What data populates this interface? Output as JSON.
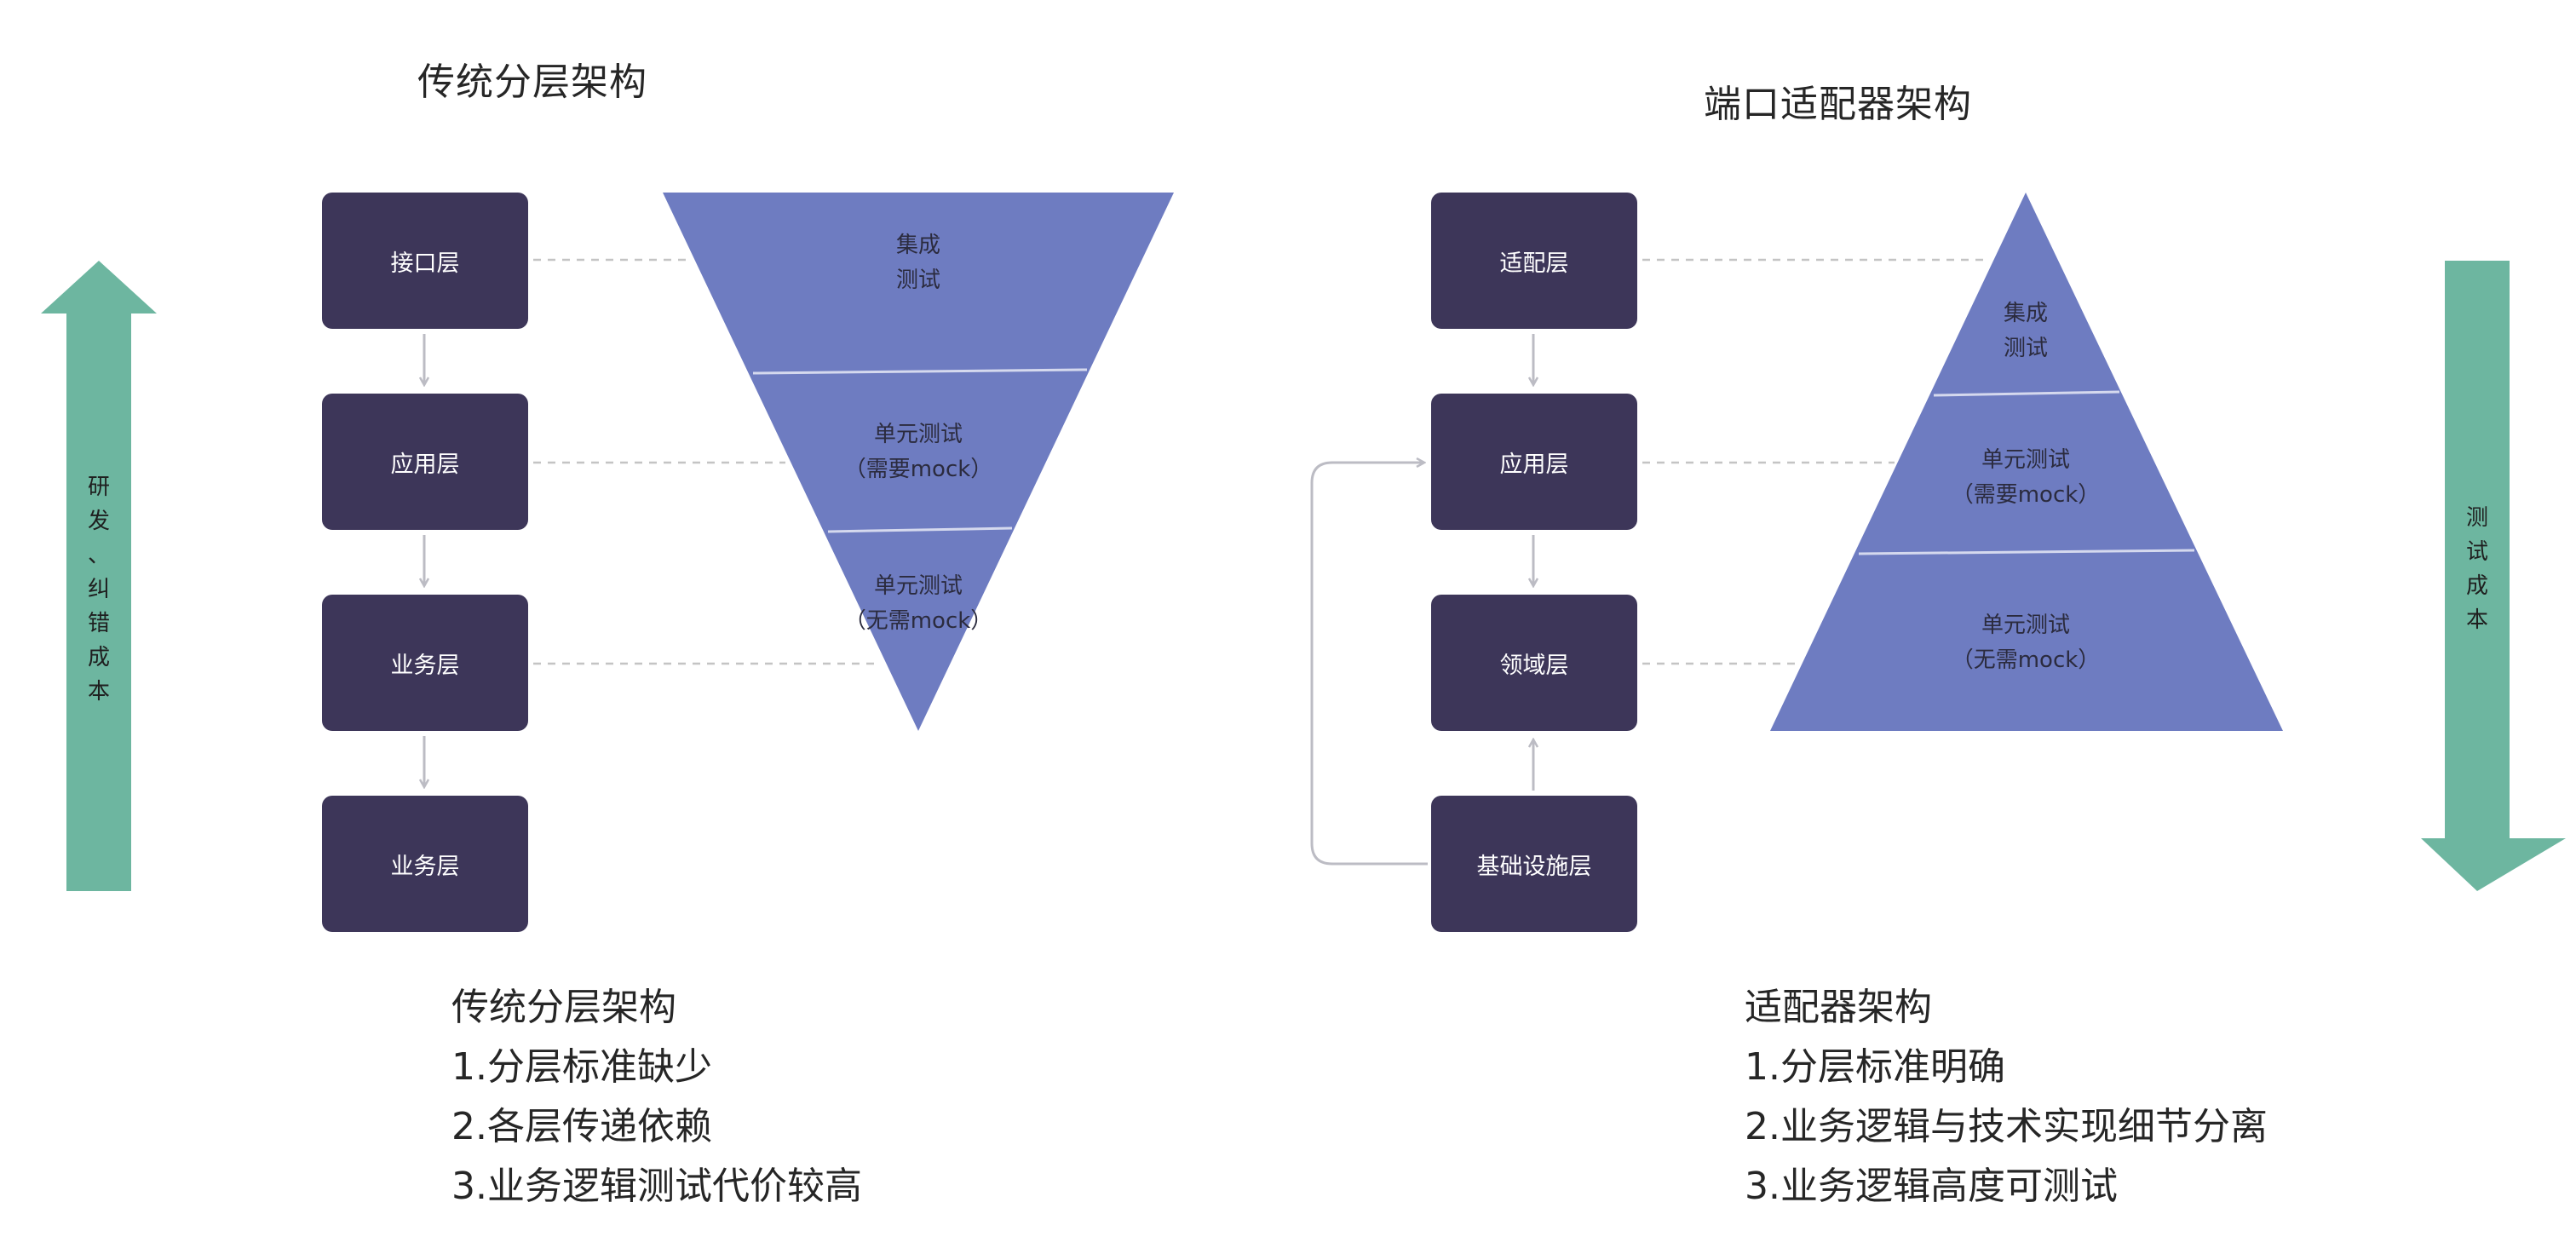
{
  "left": {
    "title": "传统分层架构",
    "boxes": [
      "接口层",
      "应用层",
      "业务层",
      "业务层"
    ],
    "pyramid": [
      {
        "line1": "集成",
        "line2": "测试"
      },
      {
        "line1": "单元测试",
        "line2": "（需要mock）"
      },
      {
        "line1": "单元测试",
        "line2": "（无需mock）"
      }
    ],
    "notes": [
      "传统分层架构",
      "1.分层标准缺少",
      "2.各层传递依赖",
      "3.业务逻辑测试代价较高"
    ]
  },
  "right": {
    "title": "端口适配器架构",
    "boxes": [
      "适配层",
      "应用层",
      "领域层",
      "基础设施层"
    ],
    "pyramid": [
      {
        "line1": "集成",
        "line2": "测试"
      },
      {
        "line1": "单元测试",
        "line2": "（需要mock）"
      },
      {
        "line1": "单元测试",
        "line2": "（无需mock）"
      }
    ],
    "notes": [
      "适配器架构",
      "1.分层标准明确",
      "2.业务逻辑与技术实现细节分离",
      "3.业务逻辑高度可测试"
    ]
  },
  "left_arrow_label": [
    "研",
    "发",
    "、",
    "纠",
    "错",
    "成",
    "本"
  ],
  "right_arrow_label": [
    "测",
    "试",
    "成",
    "本"
  ],
  "colors": {
    "box": "#3d3659",
    "pyramid": "#6e7cc1",
    "arrow": "#6db6a0",
    "connector": "#bcbcc4",
    "dashed": "#c4c4c4"
  }
}
